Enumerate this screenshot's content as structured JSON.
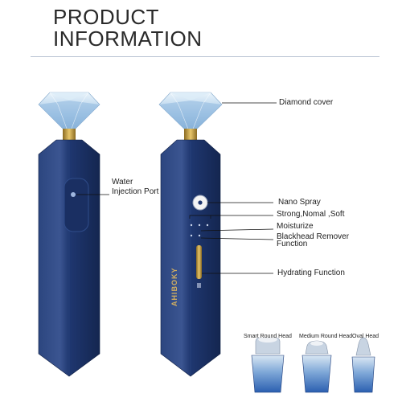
{
  "header": {
    "title_line1": "PRODUCT",
    "title_line2": "INFORMATION"
  },
  "callouts": {
    "diamond_cover": "Diamond cover",
    "water_injection_line1": "Water",
    "water_injection_line2": "Injection Port",
    "nano_spray": "Nano Spray",
    "strong_normal_soft": "Strong,Nomal ,Soft",
    "moisturize": "Moisturize",
    "blackhead_line1": "Blackhead Remover",
    "blackhead_line2": "Function",
    "hydrating": "Hydrating Function"
  },
  "brand": {
    "logo_text": "AHIBOKY"
  },
  "heads": [
    {
      "label": "Smart Round Head"
    },
    {
      "label": "Medium Round Head"
    },
    {
      "label": "Oval Head"
    }
  ],
  "colors": {
    "device_body": "#1f3770",
    "device_body_light": "#3b5591",
    "device_body_dark": "#142650",
    "gold": "#c9a24a",
    "crystal": "#b9d6ee",
    "head_blue": "#3e78c8"
  }
}
